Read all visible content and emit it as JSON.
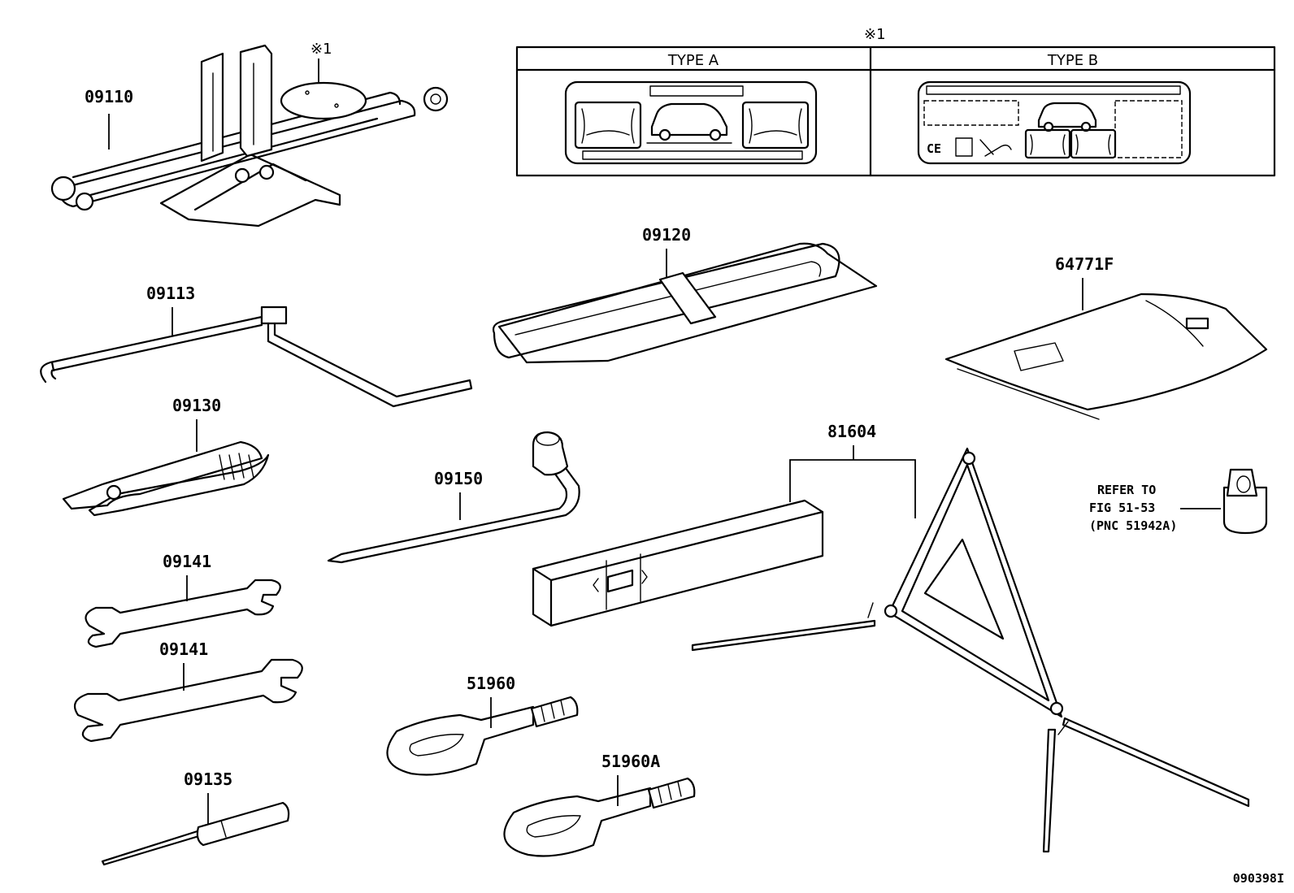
{
  "note_mark_top": "※1",
  "note_mark_jack": "※1",
  "label_panel": {
    "type_a": "TYPE A",
    "type_b": "TYPE B"
  },
  "parts": {
    "p09110": "09110",
    "p09113": "09113",
    "p09120": "09120",
    "p64771f": "64771F",
    "p09130": "09130",
    "p09150": "09150",
    "p81604": "81604",
    "p09141a": "09141",
    "p09141b": "09141",
    "p51960": "51960",
    "p51960a": "51960A",
    "p09135": "09135"
  },
  "refer": {
    "line1": "REFER TO",
    "line2": "FIG 51-53",
    "line3": "(PNC 51942A)"
  },
  "label_ce": "CE",
  "figure_id": "090398I"
}
